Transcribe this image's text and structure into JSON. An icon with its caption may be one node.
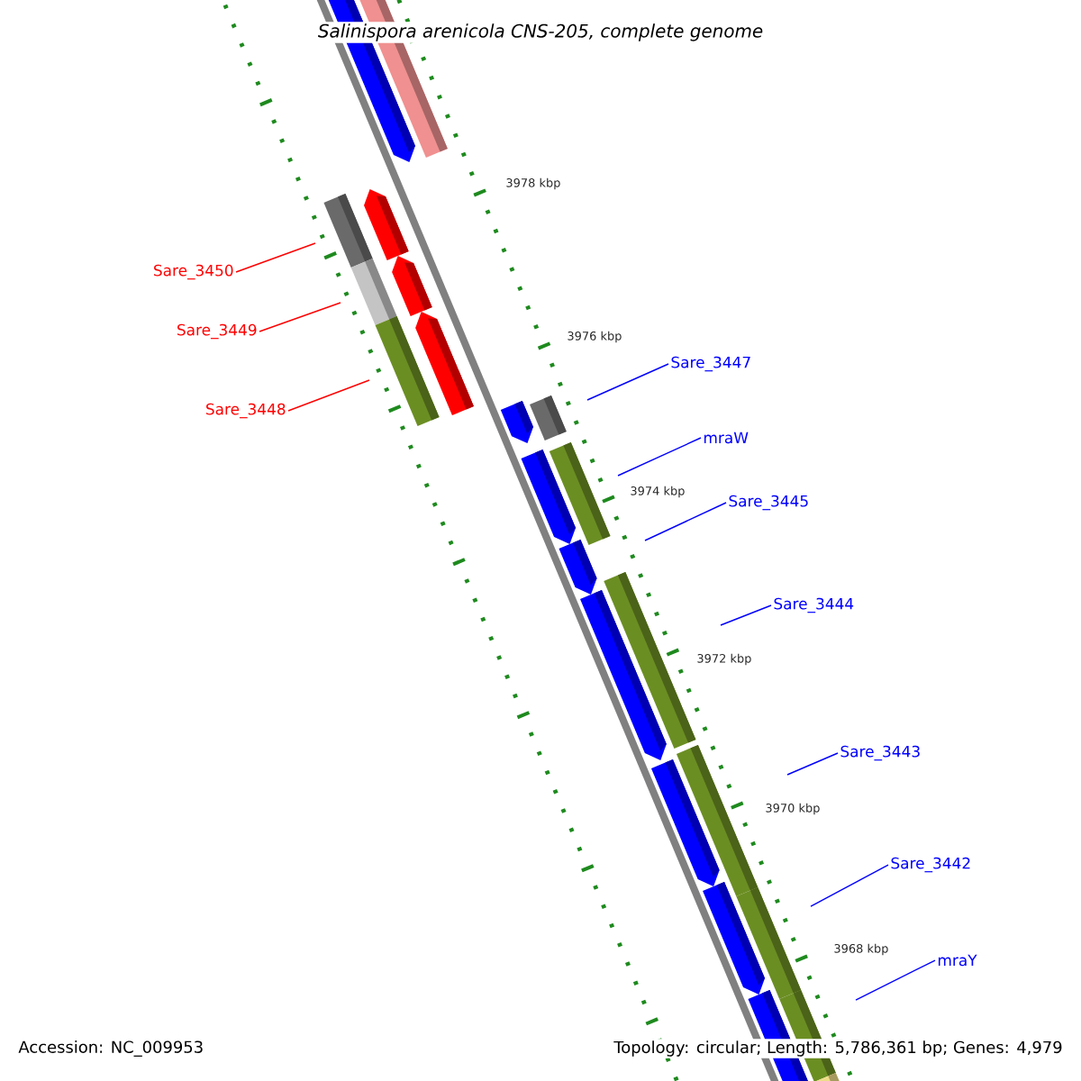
{
  "diagram": {
    "title": "Salinispora arenicola CNS-205, complete genome",
    "nodes": [
      {
        "text": [
          "Sare_3450"
        ]
      },
      {
        "text": [
          "Sare_3449"
        ]
      },
      {
        "text": [
          "Sare_3448"
        ]
      },
      {
        "text": [
          "Sare_3447"
        ]
      },
      {
        "text": [
          "mraW"
        ]
      },
      {
        "text": [
          "Sare_3445"
        ]
      },
      {
        "text": [
          "Sare_3444"
        ]
      },
      {
        "text": [
          "Sare_3443"
        ]
      },
      {
        "text": [
          "Sare_3442"
        ]
      },
      {
        "text": [
          "mraY"
        ]
      }
    ],
    "edges": [
      {
        "from": 0,
        "to": null,
        "arrow": "none",
        "color": "#ff0000"
      },
      {
        "from": 1,
        "to": null,
        "arrow": "none",
        "color": "#ff0000"
      },
      {
        "from": 2,
        "to": null,
        "arrow": "none",
        "color": "#ff0000"
      },
      {
        "from": 3,
        "to": null,
        "arrow": "none"
      },
      {
        "from": 4,
        "to": null,
        "arrow": "none"
      },
      {
        "from": 5,
        "to": null,
        "arrow": "none"
      },
      {
        "from": 6,
        "to": null,
        "arrow": "none"
      },
      {
        "from": 7,
        "to": null,
        "arrow": "none"
      },
      {
        "from": 8,
        "to": null,
        "arrow": "none"
      },
      {
        "from": 9,
        "to": null,
        "arrow": "none"
      }
    ],
    "labels": [
      "3978 kbp",
      "3976 kbp",
      "3974 kbp",
      "3972 kbp",
      "3970 kbp",
      "3968 kbp",
      "Accession: NC_009953",
      "Topology: circular; Length: 5,786,361 bp; Genes: 4,979"
    ]
  }
}
